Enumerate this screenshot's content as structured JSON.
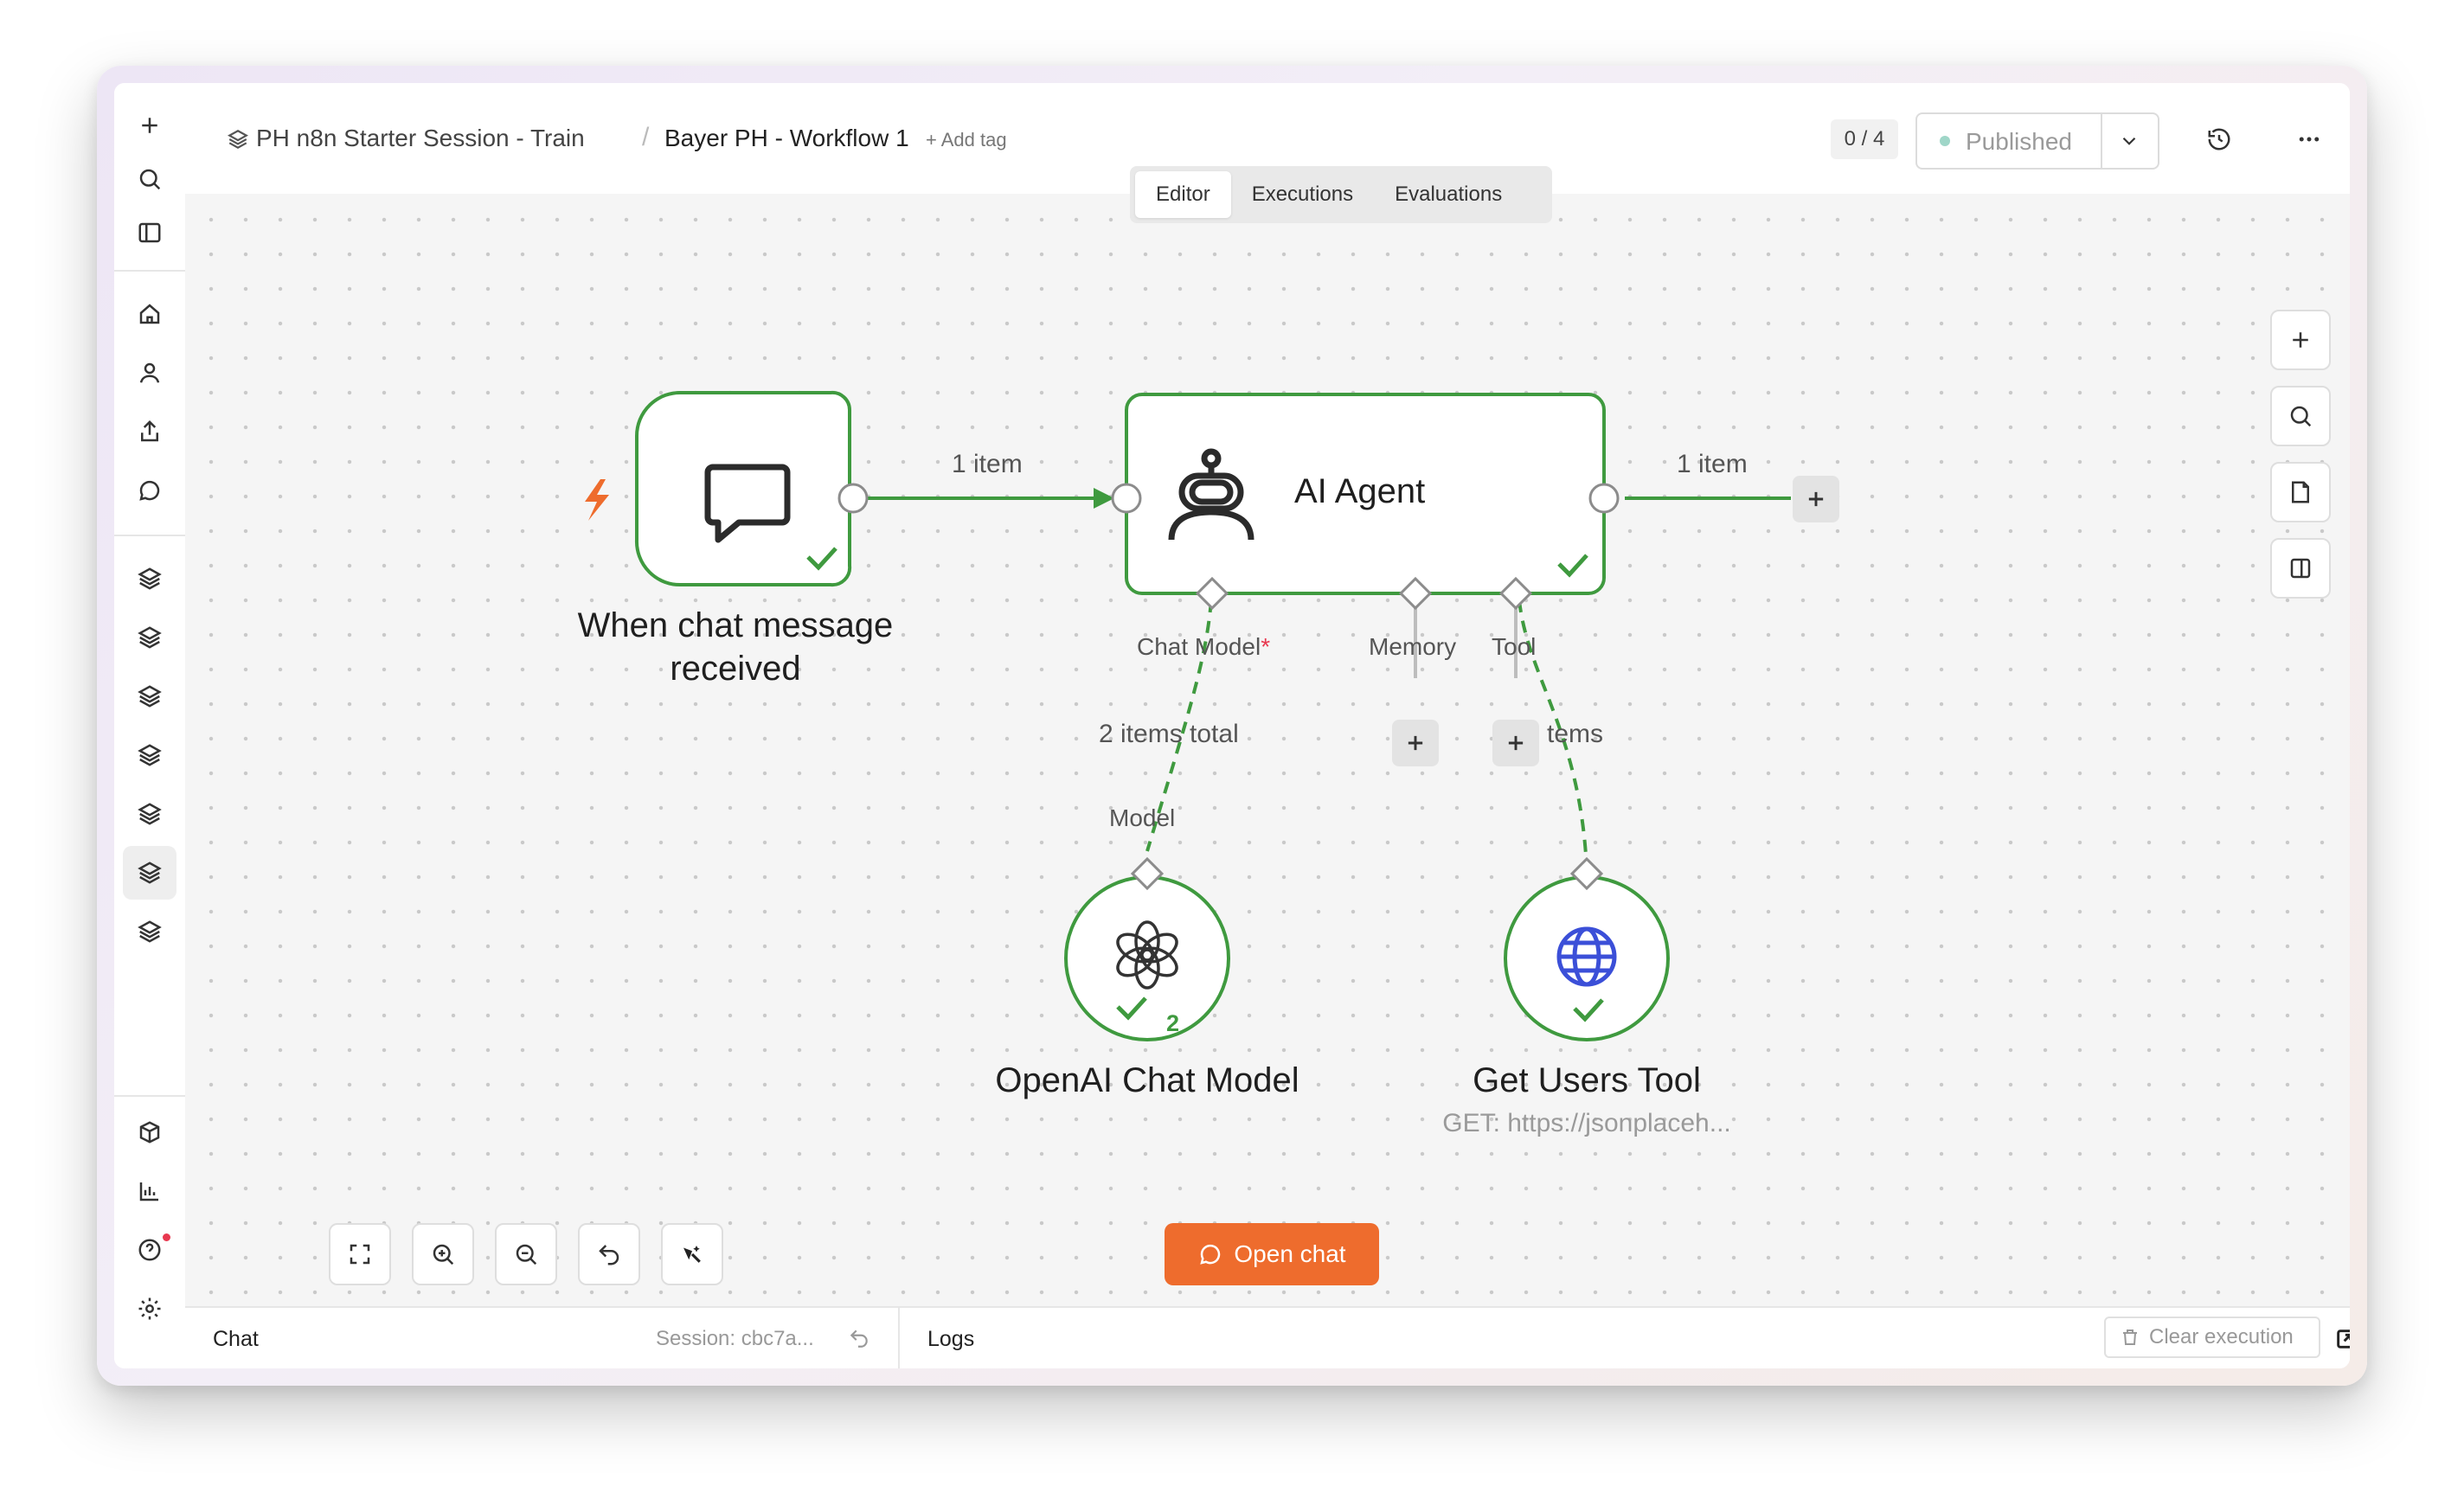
{
  "header": {
    "project": "PH n8n Starter Session - Train",
    "separator": "/",
    "workflow": "Bayer PH - Workflow 1",
    "add_tag": "+ Add tag",
    "counter": "0 / 4",
    "publish_status": "Published"
  },
  "tabs": [
    {
      "label": "Editor",
      "active": true
    },
    {
      "label": "Executions",
      "active": false
    },
    {
      "label": "Evaluations",
      "active": false
    }
  ],
  "nodes": {
    "trigger": {
      "label": "When chat message received"
    },
    "agent": {
      "label": "AI Agent"
    },
    "openai": {
      "label": "OpenAI Chat Model",
      "badge": "2"
    },
    "users_tool": {
      "label": "Get Users Tool",
      "subtitle": "GET: https://jsonplaceh..."
    }
  },
  "edges": {
    "trigger_to_agent": "1 item",
    "agent_output": "1 item",
    "chat_model_items": "2 items total",
    "model_label": "Model",
    "tool_items": "tems"
  },
  "ports": {
    "chat_model": "Chat Model",
    "chat_model_required": "*",
    "memory": "Memory",
    "tool": "Tool"
  },
  "open_chat_label": "Open chat",
  "bottom": {
    "chat_label": "Chat",
    "session": "Session: cbc7a...",
    "logs_label": "Logs",
    "clear_execution": "Clear execution"
  },
  "colors": {
    "success": "#3f9a3f",
    "accent": "#ee6c2d",
    "required": "#e8384f",
    "globe": "#3b4fd8"
  }
}
